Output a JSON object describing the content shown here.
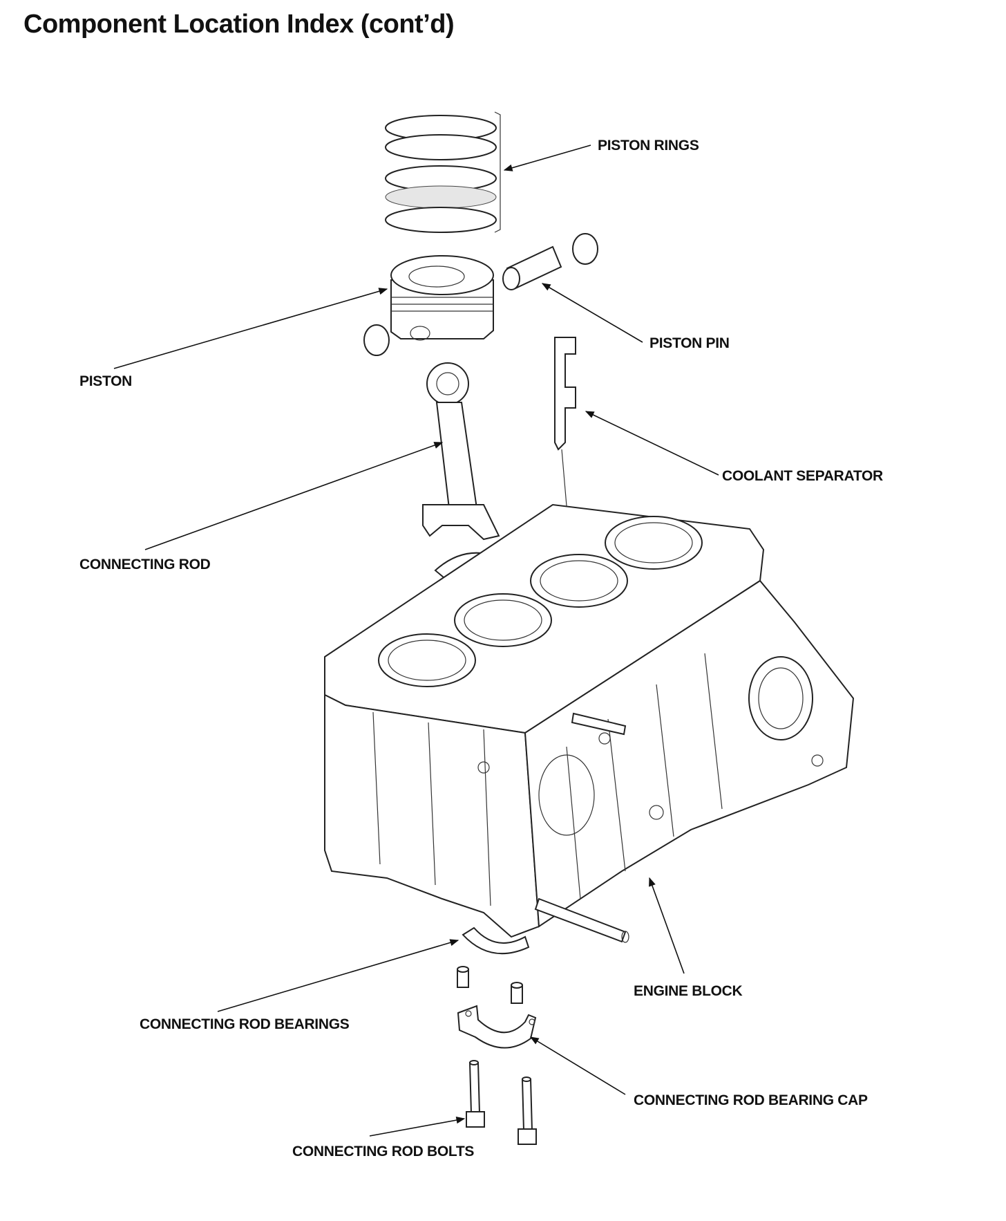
{
  "page": {
    "title": "Component Location Index (cont’d)"
  },
  "labels": {
    "piston_rings": "PISTON RINGS",
    "piston": "PISTON",
    "piston_pin": "PISTON PIN",
    "coolant_separator": "COOLANT SEPARATOR",
    "connecting_rod": "CONNECTING ROD",
    "engine_block": "ENGINE BLOCK",
    "connecting_rod_bearings": "CONNECTING ROD BEARINGS",
    "connecting_rod_bearing_cap": "CONNECTING ROD BEARING CAP",
    "connecting_rod_bolts": "CONNECTING ROD BOLTS"
  }
}
